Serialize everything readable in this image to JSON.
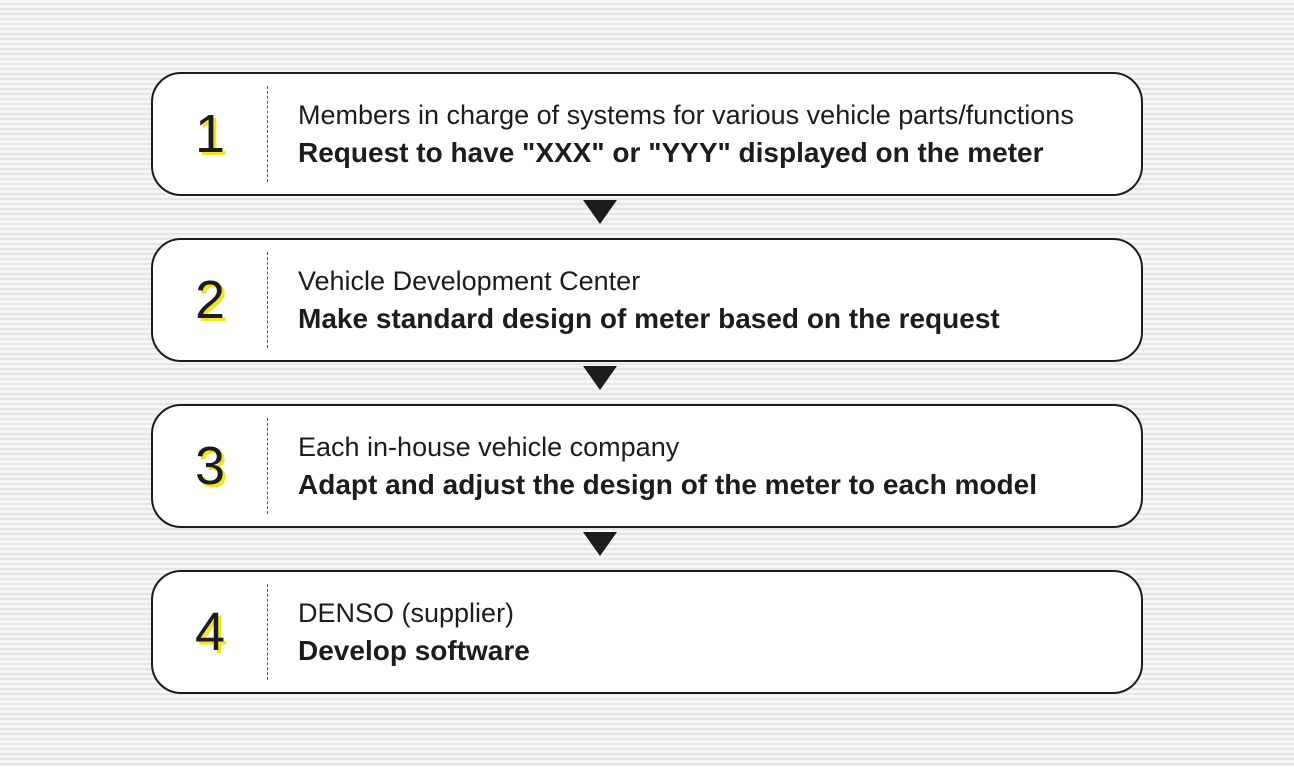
{
  "steps": [
    {
      "number": "1",
      "subtitle": "Members in charge of systems for various vehicle parts/functions",
      "title": "Request to have \"XXX\" or \"YYY\" displayed on the meter"
    },
    {
      "number": "2",
      "subtitle": "Vehicle Development Center",
      "title": "Make standard design of meter based on the request"
    },
    {
      "number": "3",
      "subtitle": "Each in-house vehicle company",
      "title": "Adapt and adjust the design of the meter to each model"
    },
    {
      "number": "4",
      "subtitle": "DENSO (supplier)",
      "title": "Develop software"
    }
  ],
  "colors": {
    "number_shadow": "#f2e51f",
    "outline": "#1c1c1c",
    "box_fill": "#ffffff"
  }
}
